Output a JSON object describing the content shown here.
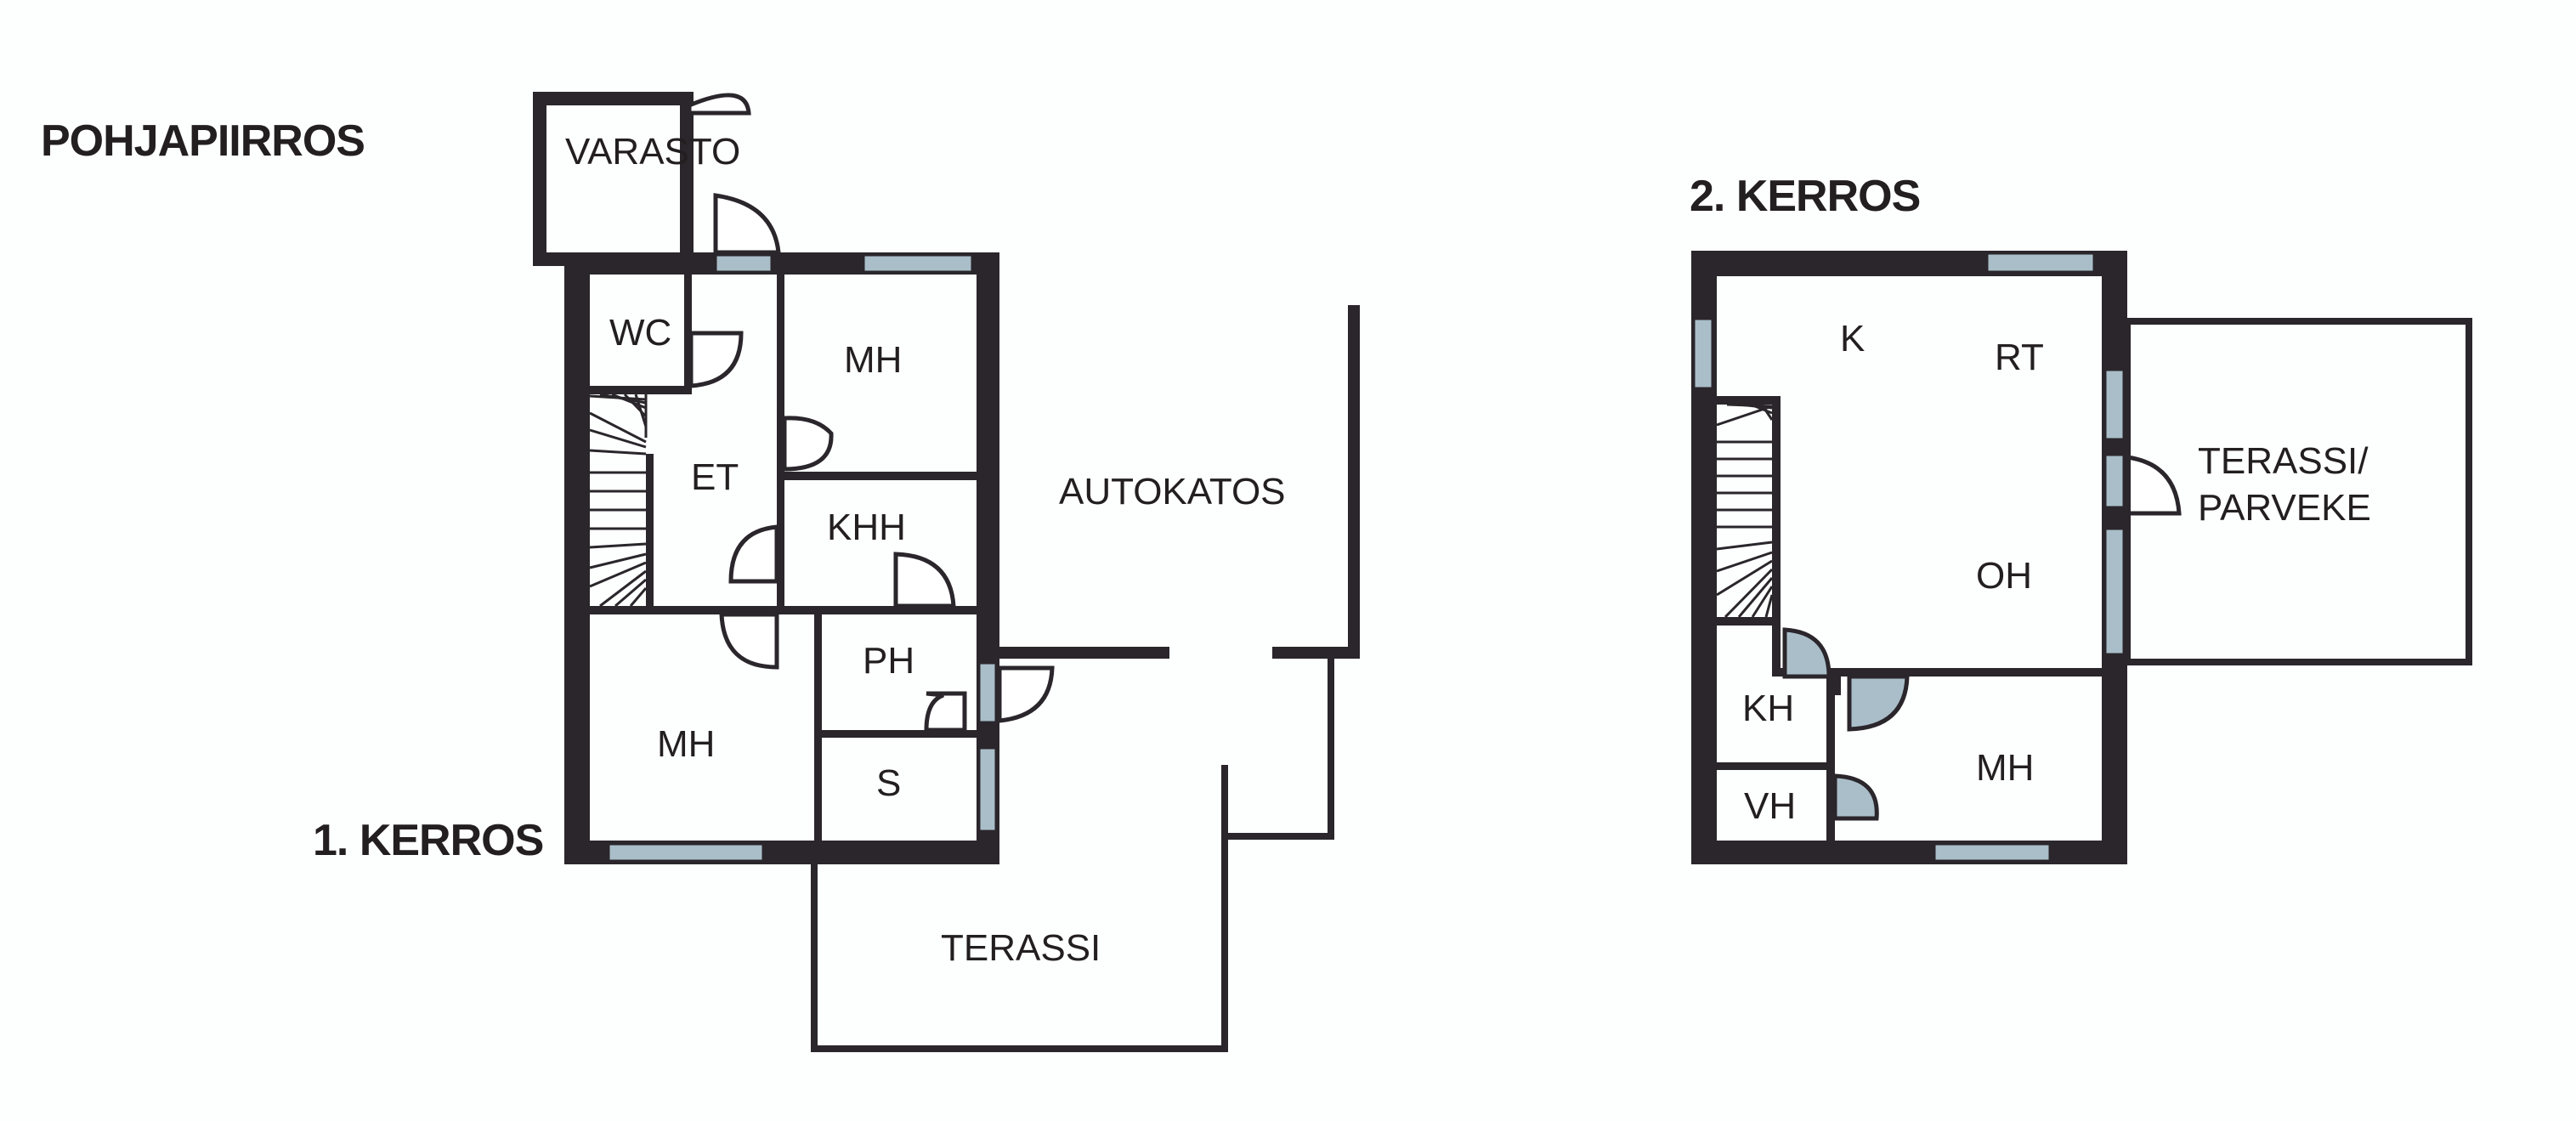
{
  "title": "POHJAPIIRROS",
  "floors": {
    "first": {
      "heading": "1. KERROS",
      "rooms": {
        "varasto": "VARASTO",
        "wc": "WC",
        "mh_top": "MH",
        "et": "ET",
        "khh": "KHH",
        "ph": "PH",
        "mh_bottom": "MH",
        "s": "S",
        "autokatos": "AUTOKATOS",
        "terassi": "TERASSI"
      }
    },
    "second": {
      "heading": "2. KERROS",
      "rooms": {
        "k": "K",
        "rt": "RT",
        "oh": "OH",
        "terassi_line1": "TERASSI/",
        "terassi_line2": "PARVEKE",
        "kh": "KH",
        "vh": "VH",
        "mh": "MH"
      }
    }
  },
  "colors": {
    "wall": "#2a262b",
    "window": "#a9bec9",
    "background": "#fdfefe"
  }
}
